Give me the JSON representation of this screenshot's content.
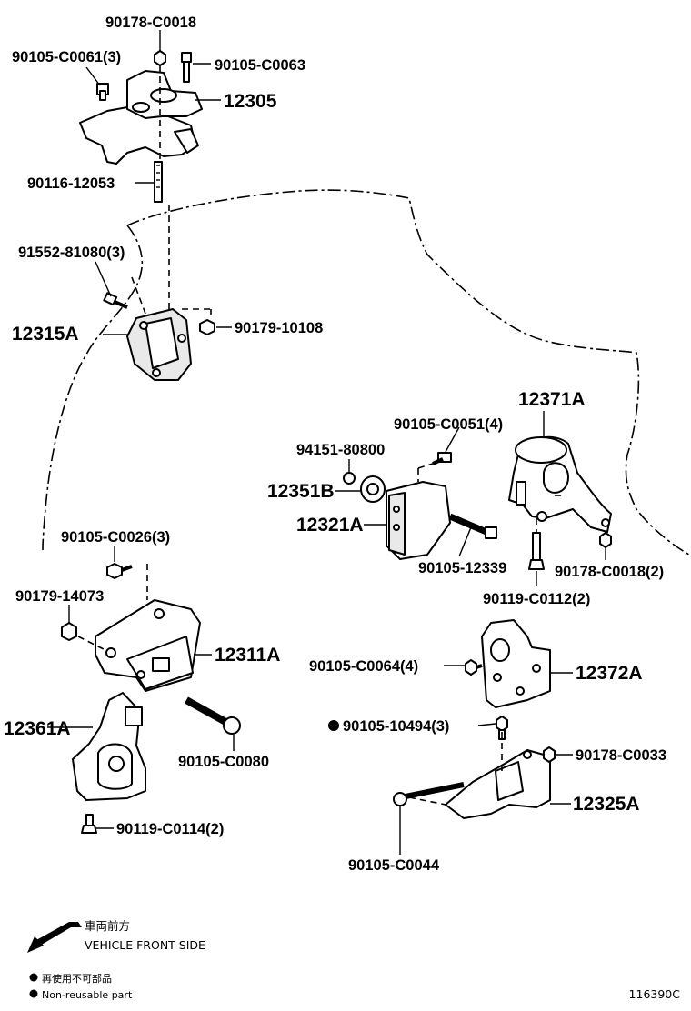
{
  "callouts": {
    "p90178_c0018_top": "90178-C0018",
    "p90105_c0061": "90105-C0061(3)",
    "p90105_c0063": "90105-C0063",
    "p12305": "12305",
    "p90116_12053": "90116-12053",
    "p91552_81080": "91552-81080(3)",
    "p12315a": "12315A",
    "p90179_10108": "90179-10108",
    "p12371a": "12371A",
    "p90105_c0051": "90105-C0051(4)",
    "p94151_80800": "94151-80800",
    "p12351b": "12351B",
    "p12321a": "12321A",
    "p90105_12339": "90105-12339",
    "p90178_c0018_2": "90178-C0018(2)",
    "p90119_c0112": "90119-C0112(2)",
    "p90105_c0026": "90105-C0026(3)",
    "p90179_14073": "90179-14073",
    "p12311a": "12311A",
    "p12361a": "12361A",
    "p90105_c0080": "90105-C0080",
    "p90119_c0114": "90119-C0114(2)",
    "p90105_c0064": "90105-C0064(4)",
    "p12372a": "12372A",
    "p90105_10494": "90105-10494(3)",
    "p90178_c0033": "90178-C0033",
    "p12325a": "12325A",
    "p90105_c0044": "90105-C0044"
  },
  "legend": {
    "front_label_jp": "車両前方",
    "front_label_en": "VEHICLE FRONT SIDE",
    "nonreusable_jp": "再使用不可部品",
    "nonreusable_en": "Non-reusable part"
  },
  "illustration_number": "116390C",
  "icons": {
    "front_arrow": "front-direction-arrow-icon",
    "bullet": "filled-circle-bullet-icon"
  }
}
